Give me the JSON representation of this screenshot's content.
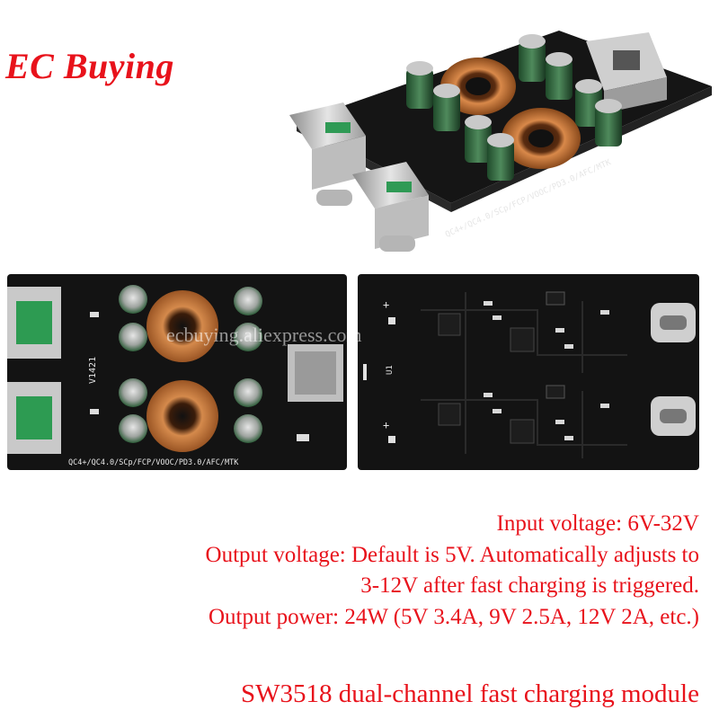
{
  "brand": {
    "logo_text": "EC Buying"
  },
  "watermark": {
    "text": "ecbuying.aliexpress.com"
  },
  "board": {
    "protocol_label": "QC4+/QC4.0/SCp/FCP/VOOC/PD3.0/AFC/MTK",
    "model_label": "V1421",
    "port_label": "U1"
  },
  "specs": [
    "Input voltage: 6V-32V",
    "Output voltage: Default is 5V. Automatically adjusts to",
    "3-12V after fast charging is triggered.",
    "Output power: 24W (5V 3.4A, 9V 2.5A, 12V 2A, etc.)"
  ],
  "caption": "SW3518 dual-channel fast charging module",
  "colors": {
    "text_red": "#e8121b",
    "pcb_black": "#141414",
    "copper": "#b8692e",
    "capacitor_green": "#2f5f3a"
  }
}
